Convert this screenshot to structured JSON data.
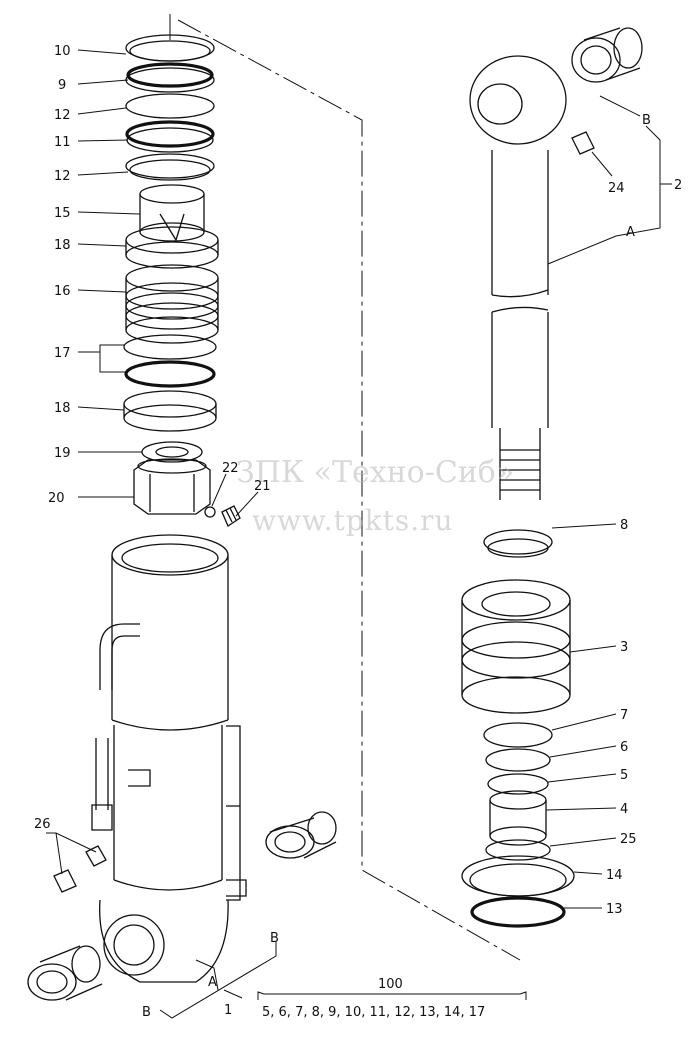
{
  "labels": {
    "p10": "10",
    "p9": "9",
    "p12a": "12",
    "p11": "11",
    "p12b": "12",
    "p15": "15",
    "p18a": "18",
    "p16": "16",
    "p17": "17",
    "p18b": "18",
    "p19": "19",
    "p20": "20",
    "p22": "22",
    "p21": "21",
    "p26": "26",
    "p1": "1",
    "pA_left": "A",
    "pB_left": "B",
    "pB_left2": "B",
    "pB_right": "B",
    "p2": "2",
    "p24": "24",
    "pA_right": "A",
    "p8": "8",
    "p3": "3",
    "p7": "7",
    "p6": "6",
    "p5": "5",
    "p4": "4",
    "p25": "25",
    "p14": "14",
    "p13": "13",
    "kit_number": "100",
    "kit_contents": "5, 6, 7, 8, 9, 10, 11, 12, 13, 14, 17"
  },
  "watermark": {
    "line1": "ЗПК «Техно-Сиб»",
    "line2": "www.tpkts.ru"
  }
}
